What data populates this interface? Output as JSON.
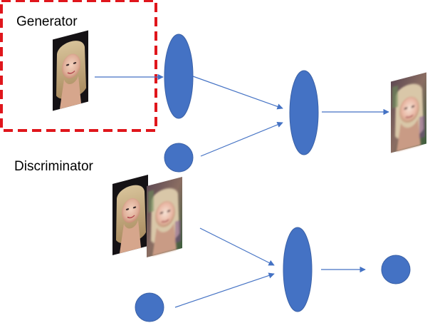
{
  "sections": {
    "generator": {
      "label": "Generator"
    },
    "discriminator": {
      "label": "Discriminator"
    }
  },
  "colors": {
    "node_fill": "#4472C4",
    "node_stroke": "#3B62A8",
    "arrow": "#4472C4",
    "highlight_box": "#E0161C",
    "label_text": "#000000"
  },
  "images": {
    "generator_input": "face-photo-real",
    "generator_output": "face-photo-generated",
    "discriminator_inputs": [
      "face-photo-real",
      "face-photo-generated"
    ]
  }
}
